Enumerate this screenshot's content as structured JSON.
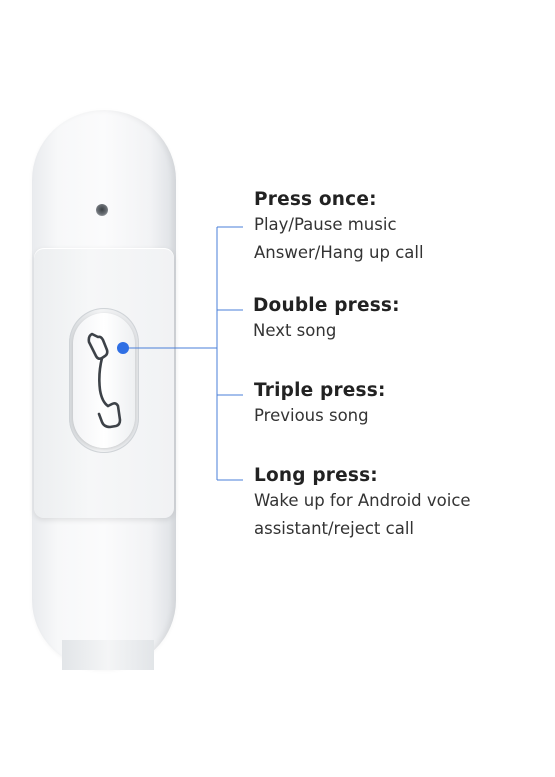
{
  "colors": {
    "accent": "#2f6fe4",
    "connector": "#4a7fd8",
    "remote_body": "#f4f5f7"
  },
  "icons": {
    "button_icon": "phone-handset-icon",
    "hole": "microphone-hole-icon"
  },
  "labels": [
    {
      "heading": "Press once:",
      "lines": [
        "Play/Pause music",
        "Answer/Hang up call"
      ]
    },
    {
      "heading": "Double press:",
      "lines": [
        "Next song"
      ]
    },
    {
      "heading": "Triple press:",
      "lines": [
        "Previous song"
      ]
    },
    {
      "heading": "Long press:",
      "lines": [
        "Wake up for Android voice",
        "assistant/reject call"
      ]
    }
  ]
}
